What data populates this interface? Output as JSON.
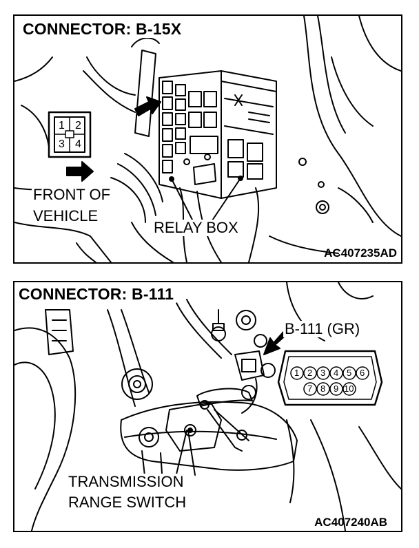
{
  "top_panel": {
    "title": "CONNECTOR: B-15X",
    "front_label_line1": "FRONT OF",
    "front_label_line2": "VEHICLE",
    "relay_label": "RELAY BOX",
    "figure_code": "AC407235AD",
    "connector_pins": [
      "1",
      "2",
      "3",
      "4"
    ]
  },
  "bottom_panel": {
    "title": "CONNECTOR: B-111",
    "connector_label": "B-111 (GR)",
    "switch_label_line1": "TRANSMISSION",
    "switch_label_line2": "RANGE SWITCH",
    "figure_code": "AC407240AB",
    "connector_pins_row1": [
      "1",
      "2",
      "3",
      "4",
      "5",
      "6"
    ],
    "connector_pins_row2": [
      "7",
      "8",
      "9",
      "10"
    ]
  }
}
